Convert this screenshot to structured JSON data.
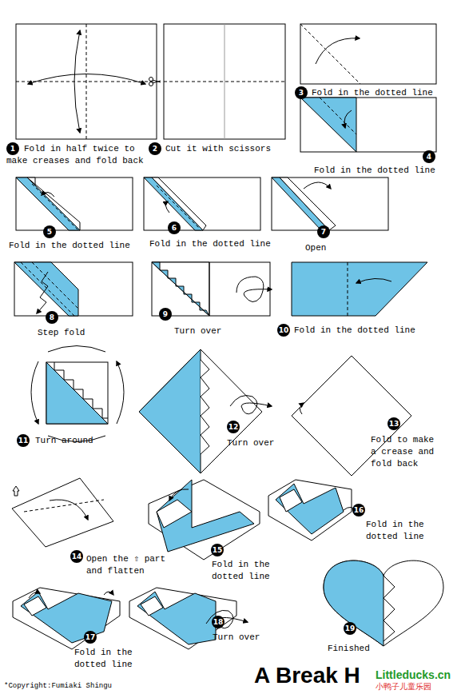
{
  "diagram": {
    "title": "A Break H",
    "labels": [
      "1",
      "Fold in half twice to make creases and fold back",
      "2",
      "Cut it with scissors",
      "3",
      "Fold in the dotted line",
      "4",
      "Fold in the dotted line",
      "5",
      "Fold in the dotted line",
      "6",
      "Fold in the dotted line",
      "7",
      "Open",
      "8",
      "Step fold",
      "9",
      "Turn over",
      "10",
      "Fold in the dotted line",
      "11",
      "Turn around",
      "12",
      "Turn over",
      "13",
      "Fold to make a crease and fold back",
      "14",
      "Open the ⇧ part and flatten",
      "15",
      "Fold in the dotted line",
      "16",
      "Fold in the dotted line",
      "17",
      "Fold in the dotted line",
      "18",
      "Turn over",
      "19",
      "Finished",
      "*Copyright:Fumiaki Shingu",
      "Littleducks.cn",
      "小鸭子儿童乐园"
    ]
  }
}
